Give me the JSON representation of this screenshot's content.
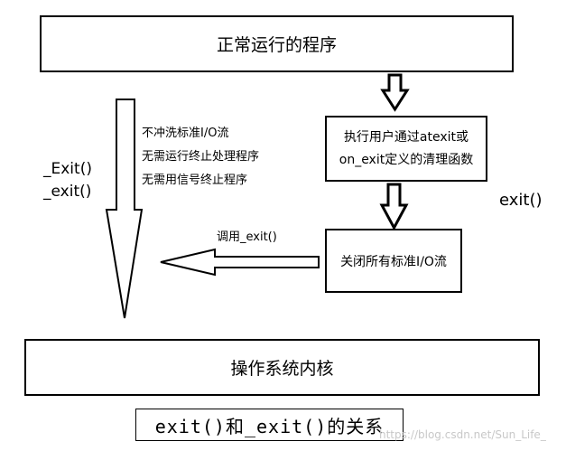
{
  "boxes": {
    "top": "正常运行的程序",
    "atexit_line1": "执行用户通过atexit或",
    "atexit_line2": "on_exit定义的清理函数",
    "close_streams": "关闭所有标准I/O流",
    "kernel": "操作系统内核"
  },
  "labels": {
    "exit_upper": "_Exit()",
    "exit_lower": "_exit()",
    "no_flush": "不冲洗标准I/O流",
    "no_handlers": "无需运行终止处理程序",
    "no_signal": "无需用信号终止程序",
    "call_exit": "调用_exit()",
    "exit_fn": "exit()"
  },
  "caption": "exit()和_exit()的关系",
  "watermark": "https://blog.csdn.net/Sun_Life_"
}
